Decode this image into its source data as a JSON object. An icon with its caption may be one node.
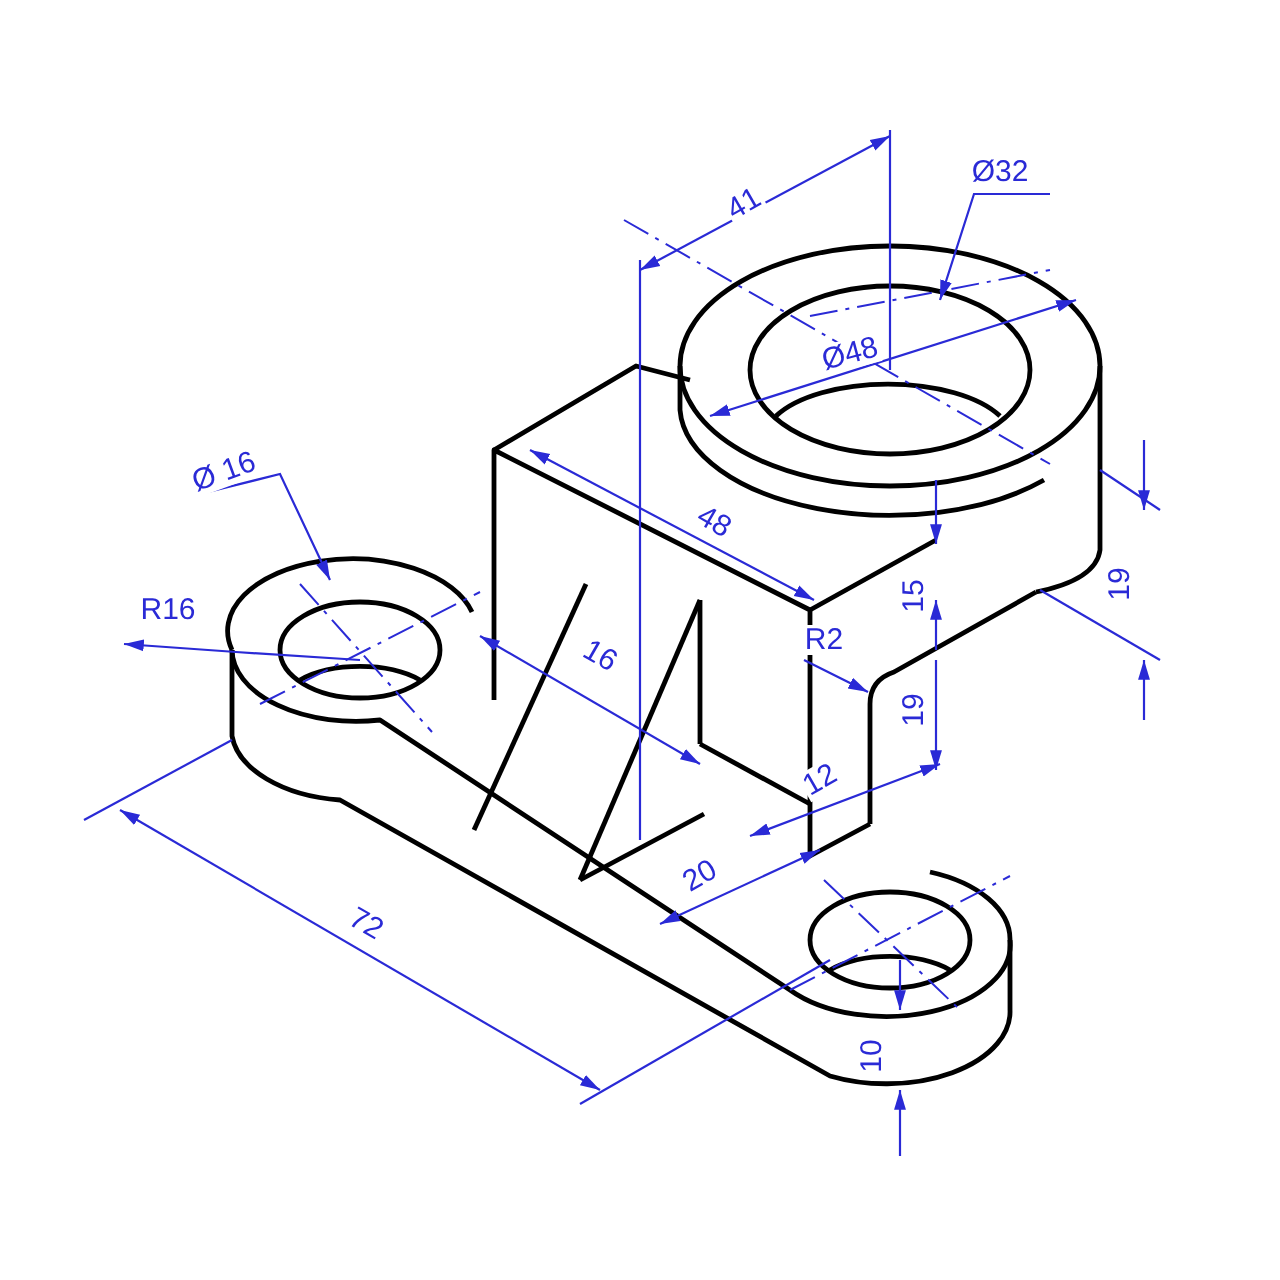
{
  "diagram": {
    "labels": [
      "41",
      "Ø32",
      "Ø48",
      "Ø 16",
      "48",
      "R16",
      "16",
      "R2",
      "15",
      "19",
      "19",
      "12",
      "20",
      "72",
      "10"
    ]
  }
}
